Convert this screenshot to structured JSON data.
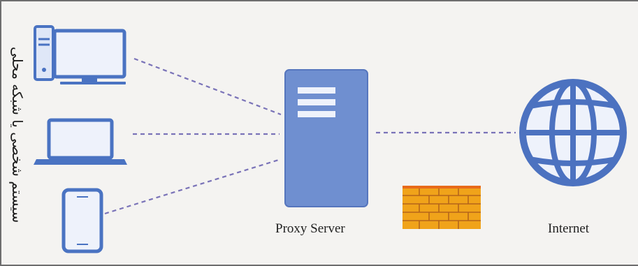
{
  "side_label": "سیستم شخصی یا شبکه محلی",
  "proxy_label": "Proxy Server",
  "internet_label": "Internet",
  "icons": {
    "desktop": "desktop-computer-icon",
    "laptop": "laptop-icon",
    "phone": "smartphone-icon",
    "server": "server-icon",
    "firewall": "firewall-icon",
    "globe": "globe-icon"
  },
  "colors": {
    "device_blue": "#4a73c2",
    "device_fill": "#dfe7f7",
    "server_blue": "#6f8fd0",
    "link_purple": "#7a73b8",
    "brick_orange": "#f0a31a",
    "globe_blue": "#4c72c0",
    "frame_gray": "#6e6e6e"
  }
}
